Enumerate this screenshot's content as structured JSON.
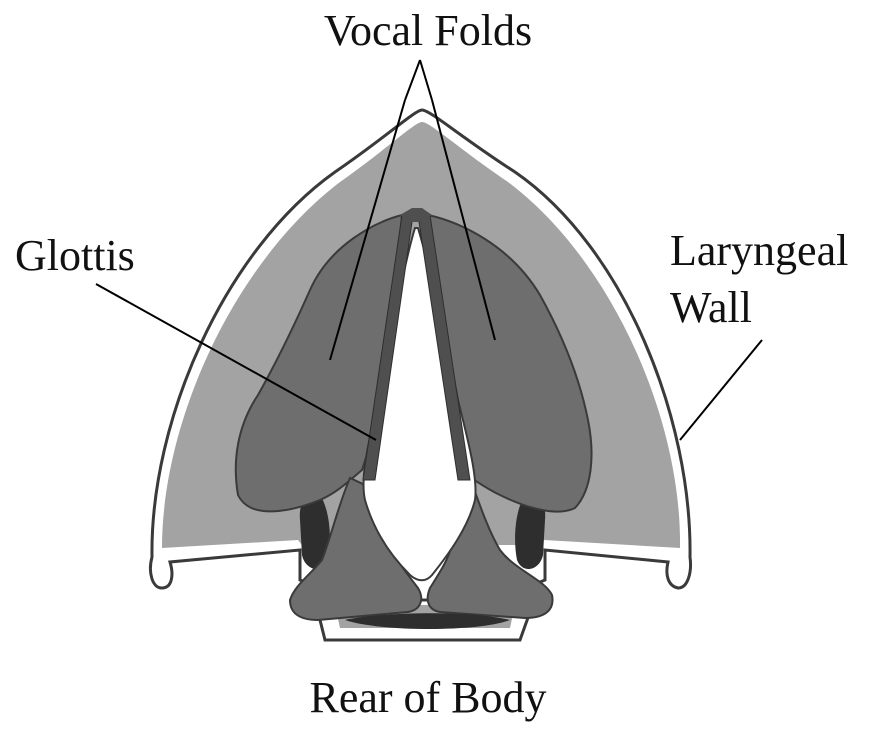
{
  "labels": {
    "vocal_folds": "Vocal Folds",
    "glottis": "Glottis",
    "laryngeal_wall_line1": "Laryngeal",
    "laryngeal_wall_line2": "Wall",
    "rear_of_body": "Rear of Body"
  },
  "colors": {
    "outer_wall": "#a3a3a3",
    "vocal_fold": "#6e6e6e",
    "cartilage": "#4f4f4f",
    "dark_tissue": "#2e2e2e",
    "outline": "#333333",
    "background": "#ffffff"
  }
}
